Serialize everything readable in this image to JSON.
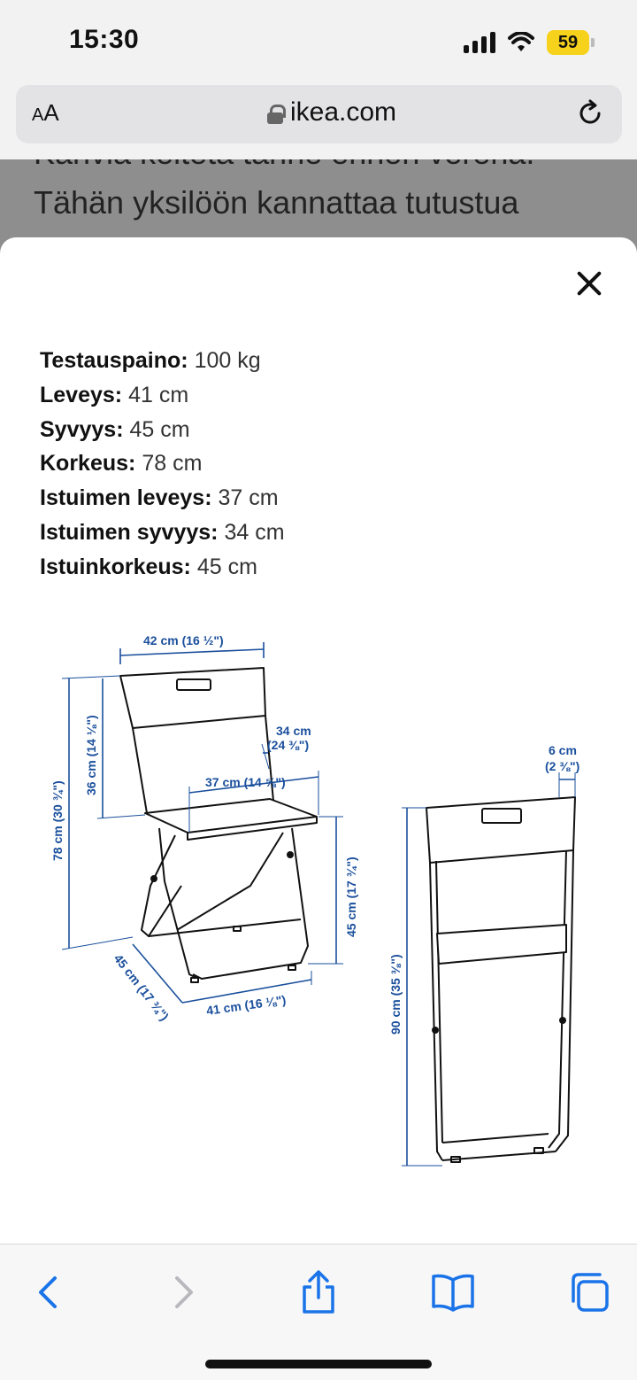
{
  "status": {
    "time": "15:30",
    "battery": "59"
  },
  "browser": {
    "aa_large": "A",
    "aa_small": "A",
    "url": "ikea.com"
  },
  "background": {
    "line1": "Kahvia keitetä tänne ennen verenä.",
    "line2": "Tähän yksilöön kannattaa tutustua"
  },
  "specs": [
    {
      "label": "Testauspaino:",
      "value": " 100 kg"
    },
    {
      "label": "Leveys:",
      "value": " 41 cm"
    },
    {
      "label": "Syvyys:",
      "value": " 45 cm"
    },
    {
      "label": "Korkeus:",
      "value": " 78 cm"
    },
    {
      "label": "Istuimen leveys:",
      "value": " 37 cm"
    },
    {
      "label": "Istuimen syvyys:",
      "value": " 34 cm"
    },
    {
      "label": "Istuinkorkeus:",
      "value": " 45 cm"
    }
  ],
  "diagram": {
    "accent": "#1a4f9c",
    "labels": {
      "backrest_width": "42 cm (16 ½\")",
      "total_height": "78 cm (30 ¾\")",
      "back_height": "36 cm (14 ⅛\")",
      "seat_depth_a": "34 cm",
      "seat_depth_b": "(24 ⅜\")",
      "seat_width": "37 cm (14 ⅝\")",
      "seat_height": "45 cm (17 ¾\")",
      "depth": "45 cm (17 ¾\")",
      "width": "41 cm (16 ⅛\")",
      "folded_thickness_a": "6 cm",
      "folded_thickness_b": "(2 ⅜\")",
      "folded_height": "90 cm (35 ⅜\")"
    }
  }
}
